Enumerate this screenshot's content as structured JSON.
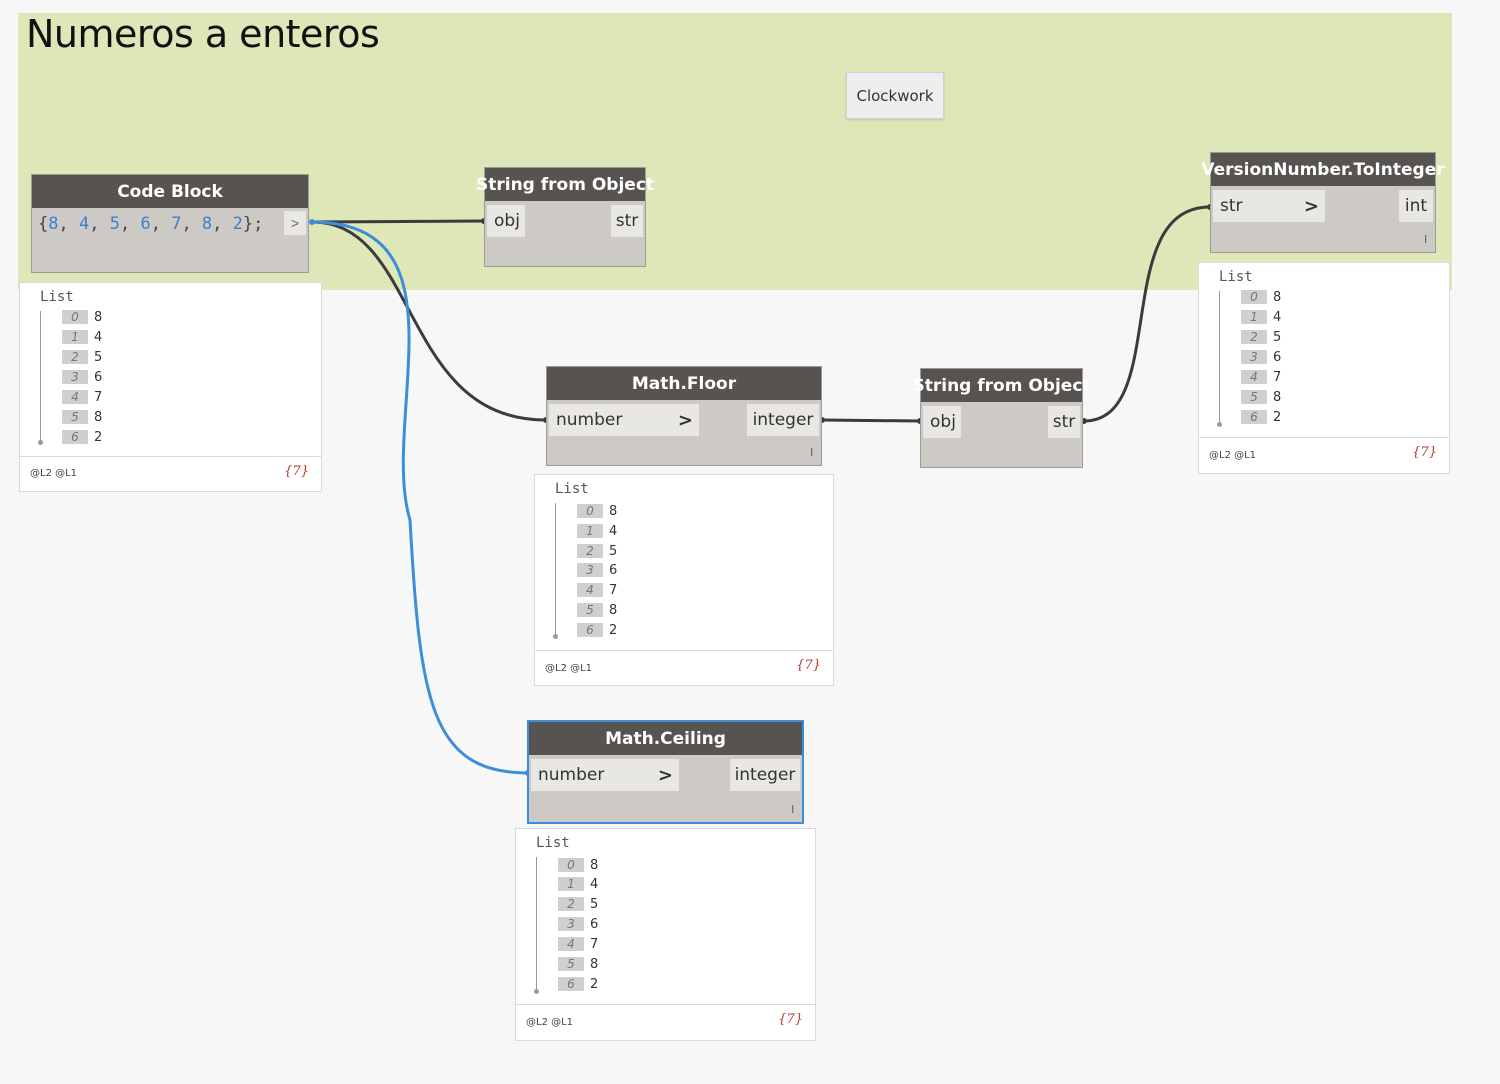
{
  "group": {
    "title": "Numeros a enteros",
    "color": "#dde7b7"
  },
  "tag": {
    "label": "Clockwork"
  },
  "colors": {
    "node_header": "#575350",
    "node_body": "#cdc9c5",
    "selected_border": "#3d8ed8",
    "wire": "#3b3b3b",
    "wire_selected": "#3d8ed8",
    "count_text": "#b23a2a"
  },
  "nodes": {
    "code_block": {
      "title": "Code Block",
      "code": {
        "open": "{",
        "values": [
          "8",
          "4",
          "5",
          "6",
          "7",
          "8",
          "2"
        ],
        "close": "};"
      },
      "output": ">"
    },
    "string_from_object_1": {
      "title": "String from Object",
      "input": "obj",
      "output": "str"
    },
    "math_floor": {
      "title": "Math.Floor",
      "input": "number",
      "output": "integer",
      "arrow": ">",
      "lacing": "l"
    },
    "string_from_object_2": {
      "title": "String from Object",
      "input": "obj",
      "output": "str"
    },
    "version_to_integer": {
      "title": "VersionNumber.ToInteger",
      "input": "str",
      "output": "int",
      "arrow": ">",
      "lacing": "l"
    },
    "math_ceiling": {
      "title": "Math.Ceiling",
      "input": "number",
      "output": "integer",
      "arrow": ">",
      "lacing": "l"
    }
  },
  "previews": {
    "code_block": {
      "label": "List",
      "items": [
        [
          "0",
          "8"
        ],
        [
          "1",
          "4"
        ],
        [
          "2",
          "5"
        ],
        [
          "3",
          "6"
        ],
        [
          "4",
          "7"
        ],
        [
          "5",
          "8"
        ],
        [
          "6",
          "2"
        ]
      ],
      "levels": "@L2 @L1",
      "count": "{7}"
    },
    "math_floor": {
      "label": "List",
      "items": [
        [
          "0",
          "8"
        ],
        [
          "1",
          "4"
        ],
        [
          "2",
          "5"
        ],
        [
          "3",
          "6"
        ],
        [
          "4",
          "7"
        ],
        [
          "5",
          "8"
        ],
        [
          "6",
          "2"
        ]
      ],
      "levels": "@L2 @L1",
      "count": "{7}"
    },
    "version_to_integer": {
      "label": "List",
      "items": [
        [
          "0",
          "8"
        ],
        [
          "1",
          "4"
        ],
        [
          "2",
          "5"
        ],
        [
          "3",
          "6"
        ],
        [
          "4",
          "7"
        ],
        [
          "5",
          "8"
        ],
        [
          "6",
          "2"
        ]
      ],
      "levels": "@L2 @L1",
      "count": "{7}"
    },
    "math_ceiling": {
      "label": "List",
      "items": [
        [
          "0",
          "8"
        ],
        [
          "1",
          "4"
        ],
        [
          "2",
          "5"
        ],
        [
          "3",
          "6"
        ],
        [
          "4",
          "7"
        ],
        [
          "5",
          "8"
        ],
        [
          "6",
          "2"
        ]
      ],
      "levels": "@L2 @L1",
      "count": "{7}"
    }
  }
}
